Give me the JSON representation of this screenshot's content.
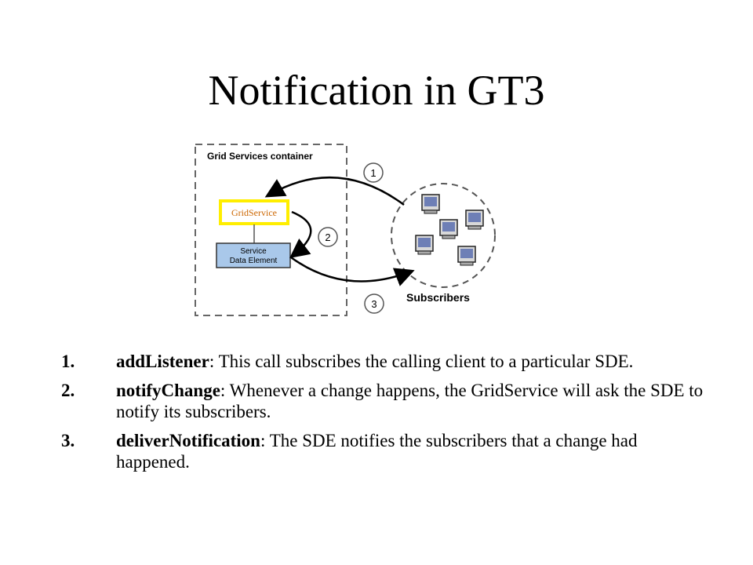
{
  "slide": {
    "title": "Notification in GT3"
  },
  "diagram": {
    "container_label": "Grid Services container",
    "grid_service_label": "GridService",
    "sde_label_line1": "Service",
    "sde_label_line2": "Data Element",
    "subscribers_label": "Subscribers",
    "arrow_labels": [
      "1",
      "2",
      "3"
    ],
    "colors": {
      "grid_service_border": "#ffee00",
      "grid_service_text": "#cc6600",
      "sde_fill": "#a9c8ea",
      "arrow": "#000000",
      "container_border": "#666666"
    },
    "icons": [
      "computer-icon",
      "computer-icon",
      "computer-icon",
      "computer-icon",
      "computer-icon"
    ]
  },
  "steps": [
    {
      "number": "1.",
      "term": "addListener",
      "text": ": This call subscribes the calling client to a particular SDE."
    },
    {
      "number": "2.",
      "term": "notifyChange",
      "text": ": Whenever a change happens, the GridService will ask the SDE to notify its subscribers."
    },
    {
      "number": "3.",
      "term": "deliverNotification",
      "text": ": The SDE notifies the subscribers that a change had happened."
    }
  ]
}
